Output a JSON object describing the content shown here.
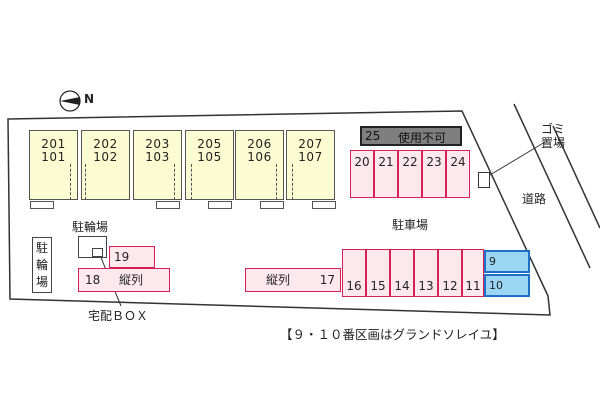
{
  "compass": {
    "symbol": "N"
  },
  "units": [
    {
      "upper": "201",
      "lower": "101"
    },
    {
      "upper": "202",
      "lower": "102"
    },
    {
      "upper": "203",
      "lower": "103"
    },
    {
      "upper": "205",
      "lower": "105"
    },
    {
      "upper": "206",
      "lower": "106"
    },
    {
      "upper": "207",
      "lower": "107"
    }
  ],
  "unusable_slot": {
    "number": "25",
    "label": "使用不可"
  },
  "top_row_slots": [
    "20",
    "21",
    "22",
    "23",
    "24"
  ],
  "bottom_row_slots": [
    "16",
    "15",
    "14",
    "13",
    "12",
    "11"
  ],
  "grand_soleil_slots": [
    "9",
    "10"
  ],
  "garbage_label": "ゴミ\n置場",
  "road_label": "道路",
  "parking_label": "駐車場",
  "bicycle_parking_label": "駐輪場",
  "bicycle_parking_vertical": "駐\n輪\n場",
  "slot_19": "19",
  "slot_18": {
    "number": "18",
    "text": "縦列"
  },
  "slot_17": {
    "number": "17",
    "text": "縦列"
  },
  "delivery_box_label": "宅配ＢＯＸ",
  "note": "【９・１０番区画はグランドソレイユ】",
  "colors": {
    "building_fill": "#fcfcd3",
    "parking_fill": "#fde8ee",
    "parking_border": "#d62058",
    "unusable_fill": "#7f7f7f",
    "grand_soleil_fill": "#9ad6f4",
    "grand_soleil_border": "#1f6fc8"
  }
}
